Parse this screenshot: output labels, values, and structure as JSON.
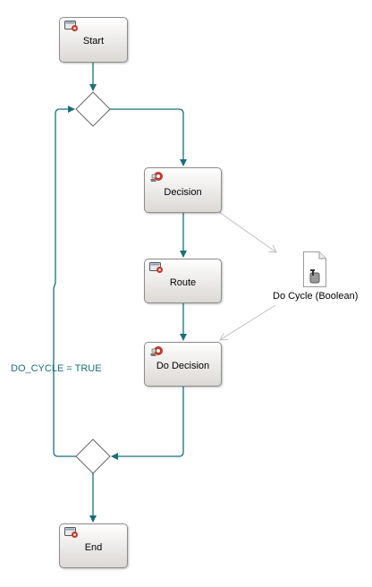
{
  "colors": {
    "flow": "#1b6f79",
    "assoc": "#bfbfbf",
    "node_border": "#8c8c8c",
    "icon_red": "#c0392b"
  },
  "nodes": {
    "start": {
      "label": "Start",
      "icon": "subprocess-icon"
    },
    "decision": {
      "label": "Decision",
      "icon": "decision-task-icon"
    },
    "route": {
      "label": "Route",
      "icon": "subprocess-icon"
    },
    "do_decision": {
      "label": "Do Decision",
      "icon": "decision-task-icon"
    },
    "end": {
      "label": "End",
      "icon": "subprocess-icon"
    }
  },
  "data_object": {
    "label": "Do Cycle (Boolean)",
    "icon": "document-data-icon"
  },
  "condition_label": "DO_CYCLE = TRUE"
}
